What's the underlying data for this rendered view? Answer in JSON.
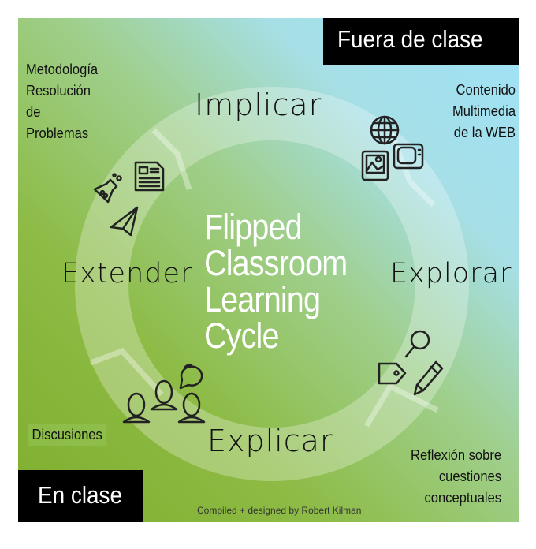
{
  "labels": {
    "outside": "Fuera de clase",
    "inside": "En clase"
  },
  "title": [
    "Flipped",
    "Classroom",
    "Learning",
    "Cycle"
  ],
  "stages": {
    "engage": "Implicar",
    "explore": "Explorar",
    "explain": "Explicar",
    "extend": "Extender"
  },
  "notes": {
    "top_left": [
      "Metodología",
      "Resolución",
      "de",
      "Problemas"
    ],
    "top_right": [
      "Contenido",
      "Multimedia",
      "de la WEB"
    ],
    "bottom_left": "Discusiones",
    "bottom_right": [
      "Reflexión sobre",
      "cuestiones",
      "conceptuales"
    ]
  },
  "credit": "Compiled + designed by Robert Kilman",
  "colors": {
    "green": "#7fae2e",
    "blue": "#9fe2f8",
    "black": "#000000"
  }
}
